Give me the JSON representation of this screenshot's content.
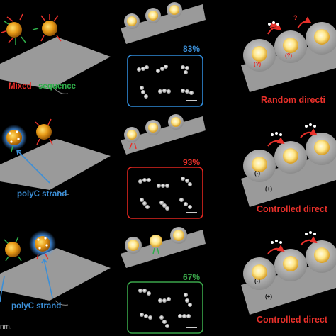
{
  "colors": {
    "background": "#000000",
    "mixed_red": "#e8302a",
    "sequence_green": "#2fae4a",
    "polyc_blue": "#3b8fd8",
    "plane": "#9a9a9a",
    "panel_blue": "#2f8ad8",
    "panel_red": "#e0261f",
    "panel_green": "#3aa64a",
    "pct_blue": "#3b8fd8",
    "pct_red": "#e8302a",
    "pct_green": "#3aa64a"
  },
  "row1": {
    "label_mixed": "Mixed",
    "label_sequence": "sequence",
    "percent": "83%",
    "direction": "Random directi",
    "charges": [
      "(?)",
      "(?)",
      "?"
    ]
  },
  "row2": {
    "label": "polyC strand",
    "percent": "93%",
    "direction": "Controlled direct",
    "charges": [
      "(-)",
      "(+)"
    ]
  },
  "row3": {
    "label": "polyC strand",
    "percent": "67%",
    "direction": "Controlled direct",
    "charges": [
      "(-)",
      "(+)"
    ],
    "footnote": "nm."
  },
  "icons": [
    "gold-nanoparticle-icon",
    "polyc-coated-nanoparticle-icon",
    "charge-arrow-icon",
    "scale-bar-icon"
  ]
}
